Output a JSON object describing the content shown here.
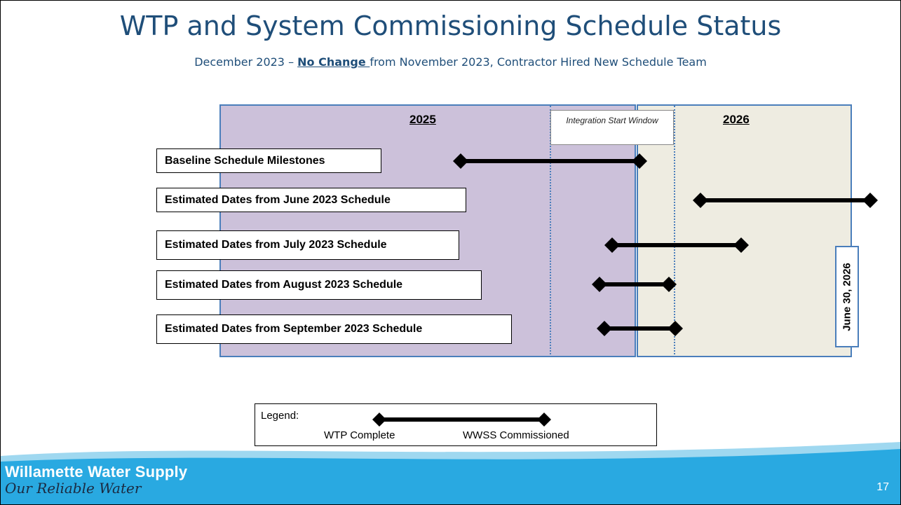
{
  "title": "WTP and System Commissioning Schedule Status",
  "subtitle": {
    "pre": "December 2023 – ",
    "emphasis": "No Change ",
    "post": "from November 2023, Contractor Hired New Schedule Team"
  },
  "years": [
    "2025",
    "2026"
  ],
  "integration_window_label": "Integration Start Window",
  "deadline_label": "June 30, 2026",
  "colors": {
    "title": "#1f4e79",
    "year_2025_fill": "#ccc1da",
    "year_2026_fill": "#eeece1",
    "border_accent": "#4a7ebb",
    "footer": "#29a9e1"
  },
  "rows": [
    {
      "label": "Baseline Schedule Milestones"
    },
    {
      "label": "Estimated Dates from June 2023 Schedule"
    },
    {
      "label": "Estimated Dates from July 2023 Schedule"
    },
    {
      "label": "Estimated Dates from August 2023 Schedule"
    },
    {
      "label": "Estimated Dates from September 2023 Schedule"
    }
  ],
  "legend": {
    "title": "Legend:",
    "start_label": "WTP Complete",
    "end_label": "WWSS Commissioned"
  },
  "footer": {
    "brand": "Willamette Water Supply",
    "tagline": "Our Reliable Water",
    "page_number": "17"
  }
}
